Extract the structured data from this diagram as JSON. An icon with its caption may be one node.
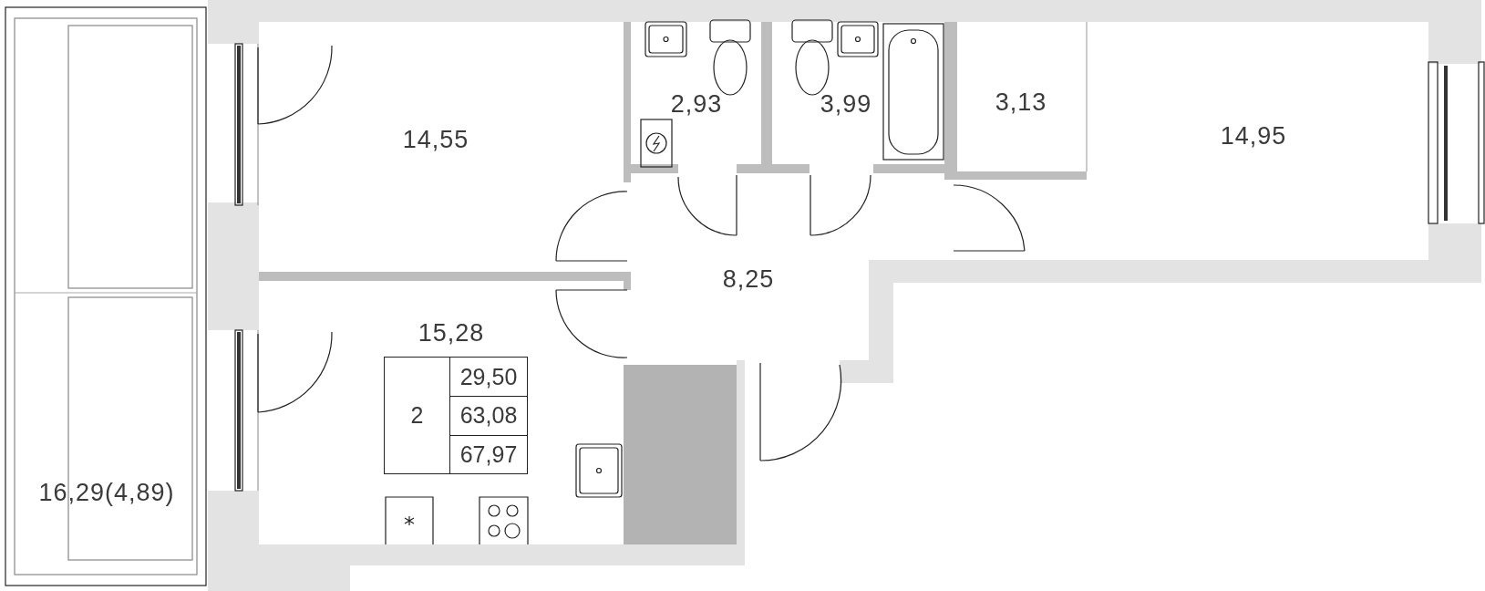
{
  "diagram": {
    "nodes": [
      {
        "text": [
          "16,29(4,89)"
        ]
      },
      {
        "text": [
          "14,55"
        ]
      },
      {
        "text": [
          "2,93"
        ]
      },
      {
        "text": [
          "3,99"
        ]
      },
      {
        "text": [
          "3,13"
        ]
      },
      {
        "text": [
          "14,95"
        ]
      },
      {
        "text": [
          "8,25"
        ]
      },
      {
        "text": [
          "15,28"
        ]
      },
      {
        "text": [
          "2",
          "29,50",
          "63,08",
          "67,97"
        ]
      }
    ]
  }
}
